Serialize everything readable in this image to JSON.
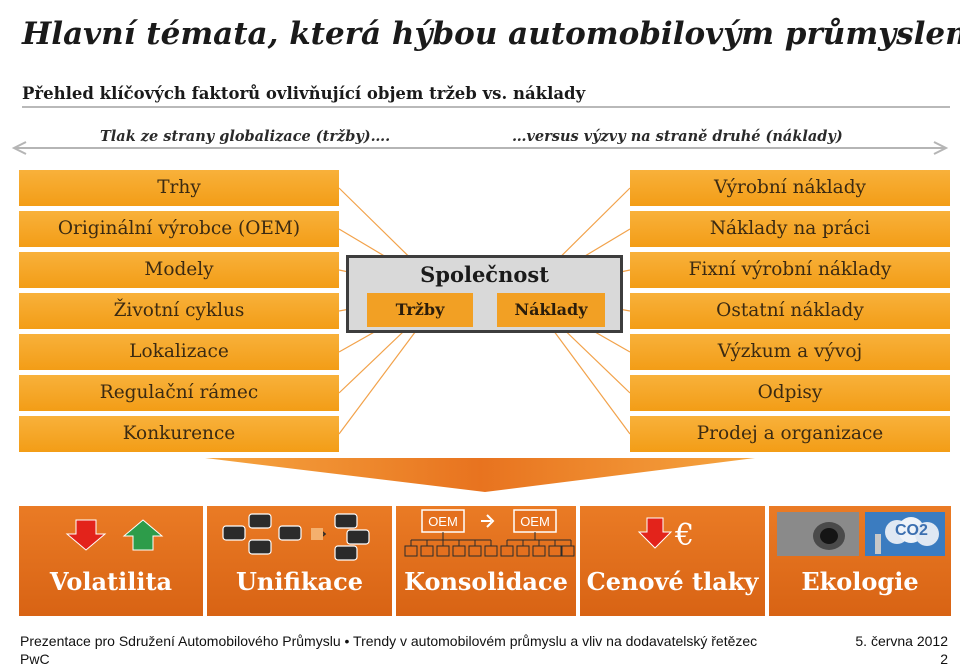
{
  "title": "Hlavní témata, která hýbou automobilovým průmyslem",
  "subtitle": "Přehled klíčových  faktorů ovlivňující objem tržeb vs. náklady",
  "tags": {
    "left": "Tlak ze strany globalizace (tržby)….",
    "right": "…versus výzvy na straně druhé (náklady)"
  },
  "left_factors": [
    "Trhy",
    "Originální výrobce (OEM)",
    "Modely",
    "Životní cyklus",
    "Lokalizace",
    "Regulační rámec",
    "Konkurence"
  ],
  "right_factors": [
    "Výrobní náklady",
    "Náklady na práci",
    "Fixní výrobní náklady",
    "Ostatní náklady",
    "Výzkum a vývoj",
    "Odpisy",
    "Prodej a organizace"
  ],
  "center": {
    "title": "Společnost",
    "revenue_label": "Tržby",
    "cost_label": "Náklady"
  },
  "cards": [
    {
      "label": "Volatilita",
      "icons": [
        "down-arrow-red-icon",
        "up-arrow-green-icon"
      ]
    },
    {
      "label": "Unifikace",
      "icons": [
        "car-icon",
        "car-icon",
        "car-icon",
        "car-icon",
        "right-arrow-icon",
        "car-icon",
        "car-icon",
        "car-icon"
      ]
    },
    {
      "label": "Konsolidace",
      "oem_left": "OEM",
      "oem_right": "OEM",
      "icons": [
        "supplier-tree-icon",
        "right-arrow-icon",
        "supplier-tree-icon"
      ]
    },
    {
      "label": "Cenové tlaky",
      "currency": "€",
      "icons": [
        "down-arrow-red-icon"
      ]
    },
    {
      "label": "Ekologie",
      "co2": "CO2",
      "icons": [
        "exhaust-pipe-photo",
        "co2-cloud-photo"
      ]
    }
  ],
  "footer": {
    "text": "Prezentace pro Sdružení Automobilového Průmyslu • Trendy v automobilovém průmyslu a vliv na dodavatelský řetězec",
    "brand": "PwC",
    "date": "5. června 2012",
    "page": "2"
  },
  "colors": {
    "bar": "#f5a623",
    "card": "#e4701e",
    "center_box": "#d9d9d9",
    "red": "#e3231b",
    "green": "#2d9c4a"
  }
}
